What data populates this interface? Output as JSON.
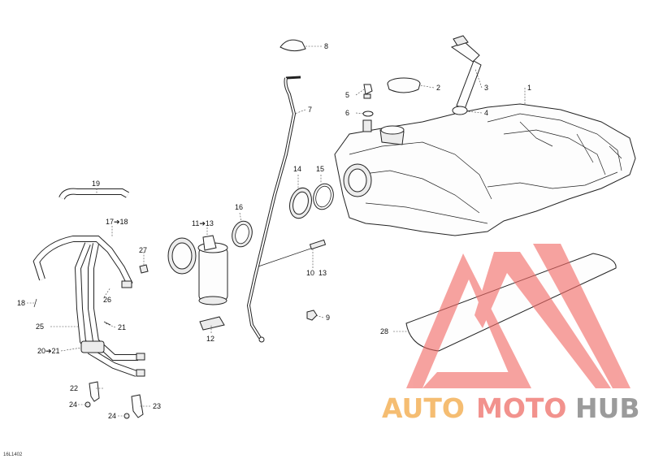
{
  "diagram": {
    "callouts": [
      {
        "id": "c1",
        "label": "1"
      },
      {
        "id": "c2",
        "label": "2"
      },
      {
        "id": "c3",
        "label": "3"
      },
      {
        "id": "c4",
        "label": "4"
      },
      {
        "id": "c5",
        "label": "5"
      },
      {
        "id": "c6",
        "label": "6"
      },
      {
        "id": "c7",
        "label": "7"
      },
      {
        "id": "c8",
        "label": "8"
      },
      {
        "id": "c9",
        "label": "9"
      },
      {
        "id": "c10",
        "label": "10"
      },
      {
        "id": "c12",
        "label": "12"
      },
      {
        "id": "c13",
        "label": "13"
      },
      {
        "id": "c14",
        "label": "14"
      },
      {
        "id": "c15",
        "label": "15"
      },
      {
        "id": "c16",
        "label": "16"
      },
      {
        "id": "c19",
        "label": "19"
      },
      {
        "id": "c11",
        "label": "11➔13"
      },
      {
        "id": "c17",
        "label": "17➔18"
      },
      {
        "id": "c18",
        "label": "18"
      },
      {
        "id": "c20",
        "label": "20➔21"
      },
      {
        "id": "c21",
        "label": "21"
      },
      {
        "id": "c22",
        "label": "22"
      },
      {
        "id": "c23",
        "label": "23"
      },
      {
        "id": "c24a",
        "label": "24"
      },
      {
        "id": "c24b",
        "label": "24"
      },
      {
        "id": "c25",
        "label": "25"
      },
      {
        "id": "c26",
        "label": "26"
      },
      {
        "id": "c27",
        "label": "27"
      },
      {
        "id": "c28",
        "label": "28"
      }
    ],
    "drawing_code": "16L1402"
  },
  "watermark": {
    "word_part_1": "AUTO",
    "word_part_2": "MOTO",
    "word_part_3": "HUB",
    "color_1": "#f4b25a",
    "color_2": "#f07f7a",
    "color_3": "#8a8a8a",
    "logo_color": "#f26a66"
  }
}
